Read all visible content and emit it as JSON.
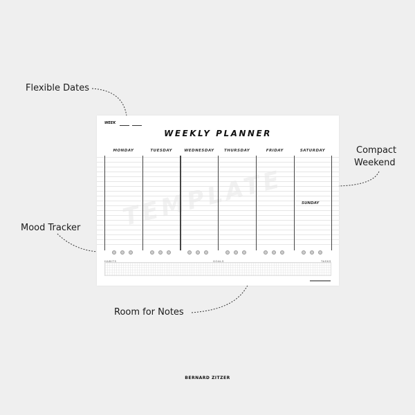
{
  "annotations": {
    "flexible_dates": "Flexible Dates",
    "compact_weekend_1": "Compact",
    "compact_weekend_2": "Weekend",
    "mood_tracker": "Mood Tracker",
    "room_for_notes": "Room for Notes"
  },
  "planner": {
    "week_label": "WEEK",
    "title": "WEEKLY PLANNER",
    "days": [
      "MONDAY",
      "TUESDAY",
      "WEDNESDAY",
      "THURSDAY",
      "FRIDAY",
      "SATURDAY"
    ],
    "sunday": "SUNDAY",
    "watermark": "TEMPLATE",
    "habits": "HABITS",
    "goals": "GOALS",
    "tasks": "TASKS",
    "mood_icon": "smiley-face-icon"
  },
  "brand": "BERNARD ZITZER"
}
